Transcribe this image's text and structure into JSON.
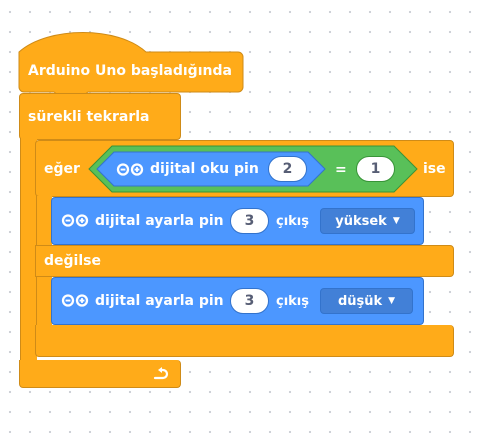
{
  "hat_block": {
    "label": "Arduino Uno başladığında"
  },
  "forever_block": {
    "label": "sürekli tekrarla",
    "loop_icon": "loop-arrow-icon"
  },
  "if_block": {
    "if_label": "eğer",
    "then_label": "ise",
    "else_label": "değilse",
    "condition": {
      "operator": "=",
      "left": {
        "label": "dijital oku pin",
        "pin_value": "2",
        "icon": "arduino-infinity-icon"
      },
      "right_value": "1"
    }
  },
  "then_block": {
    "label": "dijital ayarla pin",
    "pin_value": "3",
    "output_label": "çıkış",
    "state_value": "yüksek",
    "icon": "arduino-infinity-icon"
  },
  "else_block": {
    "label": "dijital ayarla pin",
    "pin_value": "3",
    "output_label": "çıkış",
    "state_value": "düşük",
    "icon": "arduino-infinity-icon"
  },
  "colors": {
    "control": "#ffab19",
    "control_border": "#cf8b17",
    "extension": "#4c97ff",
    "extension_border": "#3373cc",
    "operator": "#59c059",
    "operator_border": "#389438"
  }
}
